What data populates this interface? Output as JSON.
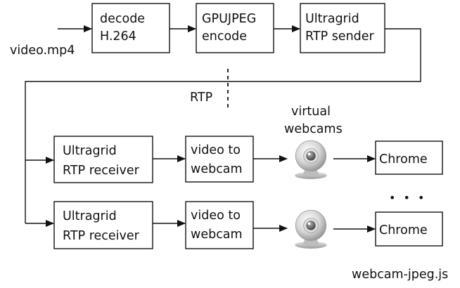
{
  "boxes": {
    "decode": {
      "line1": "decode",
      "line2": "H.264"
    },
    "gpujpeg": {
      "line1": "GPUJPEG",
      "line2": "encode"
    },
    "sender": {
      "line1": "Ultragrid",
      "line2": "RTP sender"
    },
    "receiver1": {
      "line1": "Ultragrid",
      "line2": "RTP receiver"
    },
    "receiver2": {
      "line1": "Ultragrid",
      "line2": "RTP receiver"
    },
    "v2w1": {
      "line1": "video to",
      "line2": "webcam"
    },
    "v2w2": {
      "line1": "video to",
      "line2": "webcam"
    },
    "chrome1": {
      "label": "Chrome"
    },
    "chrome2": {
      "label": "Chrome"
    }
  },
  "labels": {
    "input_file": "video.mp4",
    "rtp": "RTP",
    "virtual_line1": "virtual",
    "virtual_line2": "webcams",
    "ellipsis": "• • •",
    "script_name": "webcam-jpeg.js"
  },
  "icons": [
    "webcam-icon",
    "webcam-icon"
  ]
}
